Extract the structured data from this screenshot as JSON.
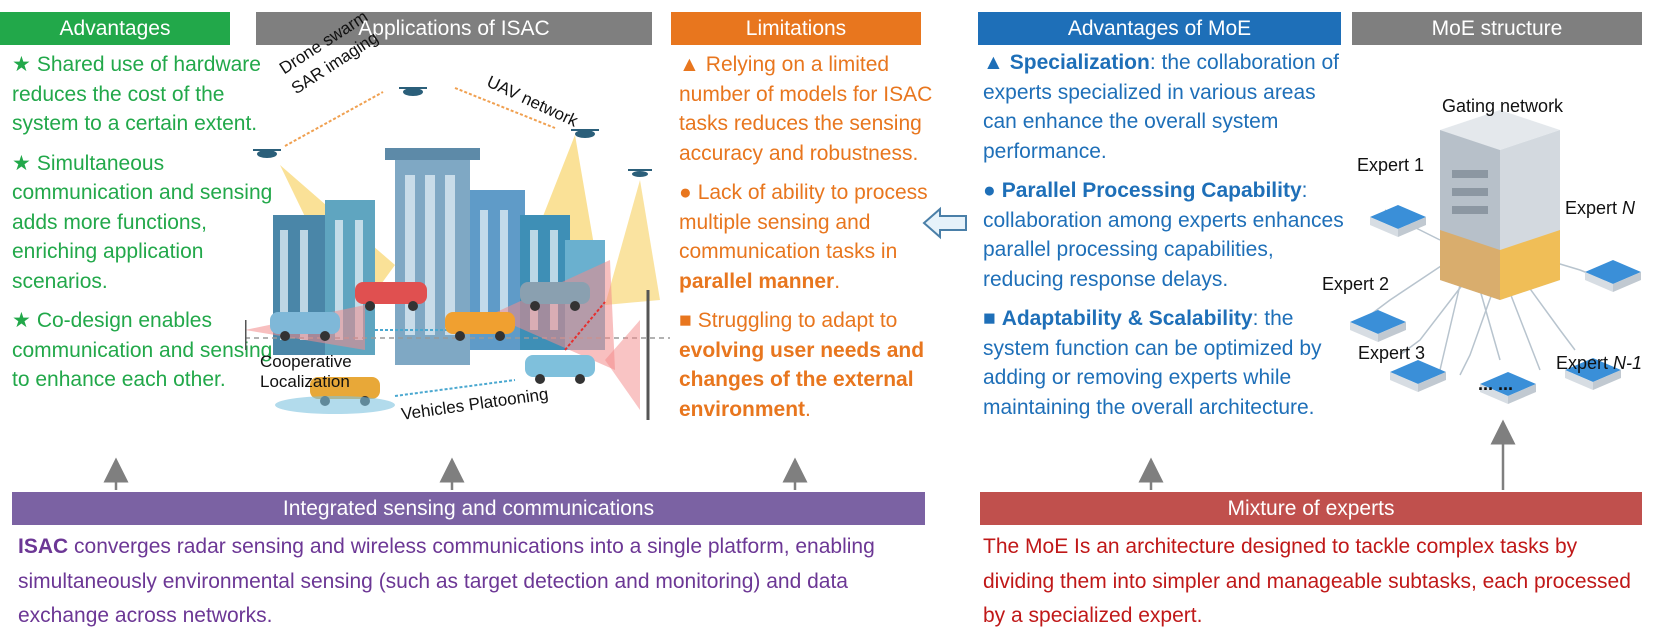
{
  "advantages": {
    "header": "Advantages",
    "items": [
      {
        "symbol": "★",
        "text": "Shared use of hardware reduces the cost of the system to a certain extent."
      },
      {
        "symbol": "★",
        "text": "Simultaneous communication and sensing adds more functions, enriching application scenarios."
      },
      {
        "symbol": "★",
        "text": "Co-design enables communication and sensing to enhance each other."
      }
    ]
  },
  "applications": {
    "header": "Applications of ISAC",
    "labels": {
      "drone_swarm": "Drone swarm",
      "sar_imaging": "SAR imaging",
      "uav_network": "UAV network",
      "cooperative": "Cooperative",
      "localization": "Localization",
      "platooning": "Vehicles Platooning"
    }
  },
  "limitations": {
    "header": "Limitations",
    "items": [
      {
        "symbol": "▲",
        "text": "Relying on a limited number of models for ISAC tasks reduces the sensing accuracy and robustness.",
        "bold": "",
        "tail": ""
      },
      {
        "symbol": "●",
        "text": "Lack of ability to process multiple sensing and communication tasks in ",
        "bold": "parallel manner",
        "tail": "."
      },
      {
        "symbol": "■",
        "text": "Struggling to adapt to ",
        "bold": "evolving user needs and changes of the external environment",
        "tail": "."
      }
    ]
  },
  "moe_advantages": {
    "header": "Advantages of MoE",
    "items": [
      {
        "symbol": "▲",
        "bold": "Specialization",
        "text": ": the collaboration of experts specialized in various areas can enhance the overall system performance."
      },
      {
        "symbol": "●",
        "bold": "Parallel Processing Capability",
        "text": ": collaboration among experts enhances parallel processing capabilities, reducing response delays."
      },
      {
        "symbol": "■",
        "bold": "Adaptability & Scalability",
        "text": ": the system function can be optimized by adding or removing experts while maintaining the overall architecture."
      }
    ]
  },
  "moe_structure": {
    "header": "MoE structure",
    "gating": "Gating network",
    "expert1": "Expert 1",
    "expert2": "Expert 2",
    "expert3": "Expert 3",
    "expertN_prefix": "Expert ",
    "expertN_suffix": "N",
    "expertN1_suffix": "N-1",
    "dots": "... ..."
  },
  "isac": {
    "header": "Integrated sensing and communications",
    "lead": "ISAC",
    "body": " converges radar sensing and wireless communications into a single platform, enabling simultaneously environmental sensing (such as target detection and monitoring) and data exchange across networks."
  },
  "moe": {
    "header": "Mixture of experts",
    "body": "The MoE Is an architecture designed to tackle complex tasks by dividing them into simpler and manageable subtasks, each processed by a specialized expert."
  },
  "colors": {
    "green": "#22a84a",
    "gray": "#7f7f7f",
    "orange": "#e8761e",
    "blue": "#1e6fb8",
    "purple": "#7b62a3",
    "red": "#c0504d"
  }
}
